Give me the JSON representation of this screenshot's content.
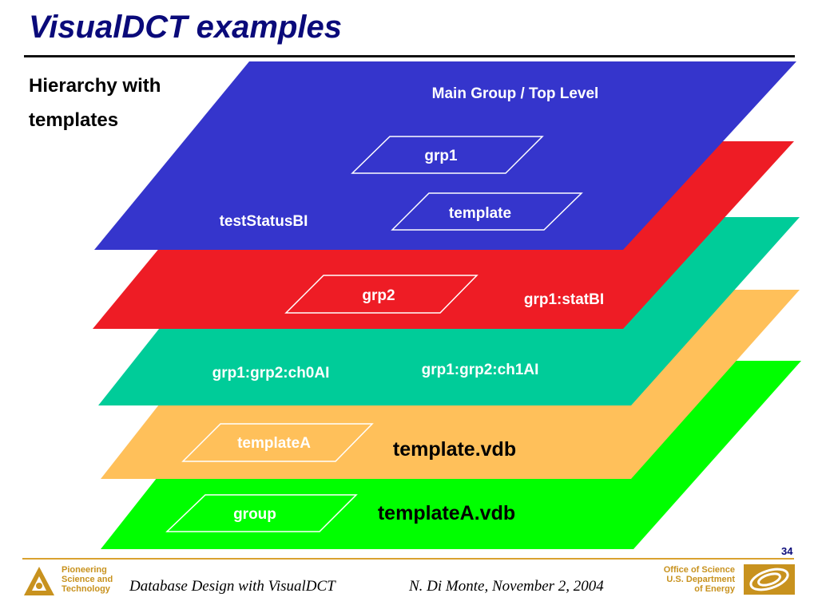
{
  "slide": {
    "title": "VisualDCT examples",
    "subtitle": "Hierarchy with templates",
    "page_number": "34"
  },
  "layers": {
    "blue": {
      "color": "#3535cc",
      "title": "Main Group / Top Level",
      "record": "testStatusBI",
      "boxes": [
        "grp1",
        "template"
      ]
    },
    "red": {
      "color": "#ee1c25",
      "record": "grp1:statBI",
      "boxes": [
        "grp2"
      ]
    },
    "teal": {
      "color": "#00cc99",
      "records": [
        "grp1:grp2:ch0AI",
        "grp1:grp2:ch1AI"
      ]
    },
    "orange": {
      "color": "#ffc05a",
      "file": "template.vdb",
      "boxes": [
        "templateA"
      ]
    },
    "green": {
      "color": "#00ff00",
      "file": "templateA.vdb",
      "boxes": [
        "group"
      ]
    }
  },
  "footer": {
    "left_lines": [
      "Pioneering",
      "Science and",
      "Technology"
    ],
    "center": "Database Design with VisualDCT",
    "right_center": "N. Di Monte, November 2, 2004",
    "right_lines": [
      "Office of Science",
      "U.S. Department",
      "of Energy"
    ]
  },
  "colors": {
    "title": "#0a0a7a",
    "accent": "#c8921e"
  }
}
